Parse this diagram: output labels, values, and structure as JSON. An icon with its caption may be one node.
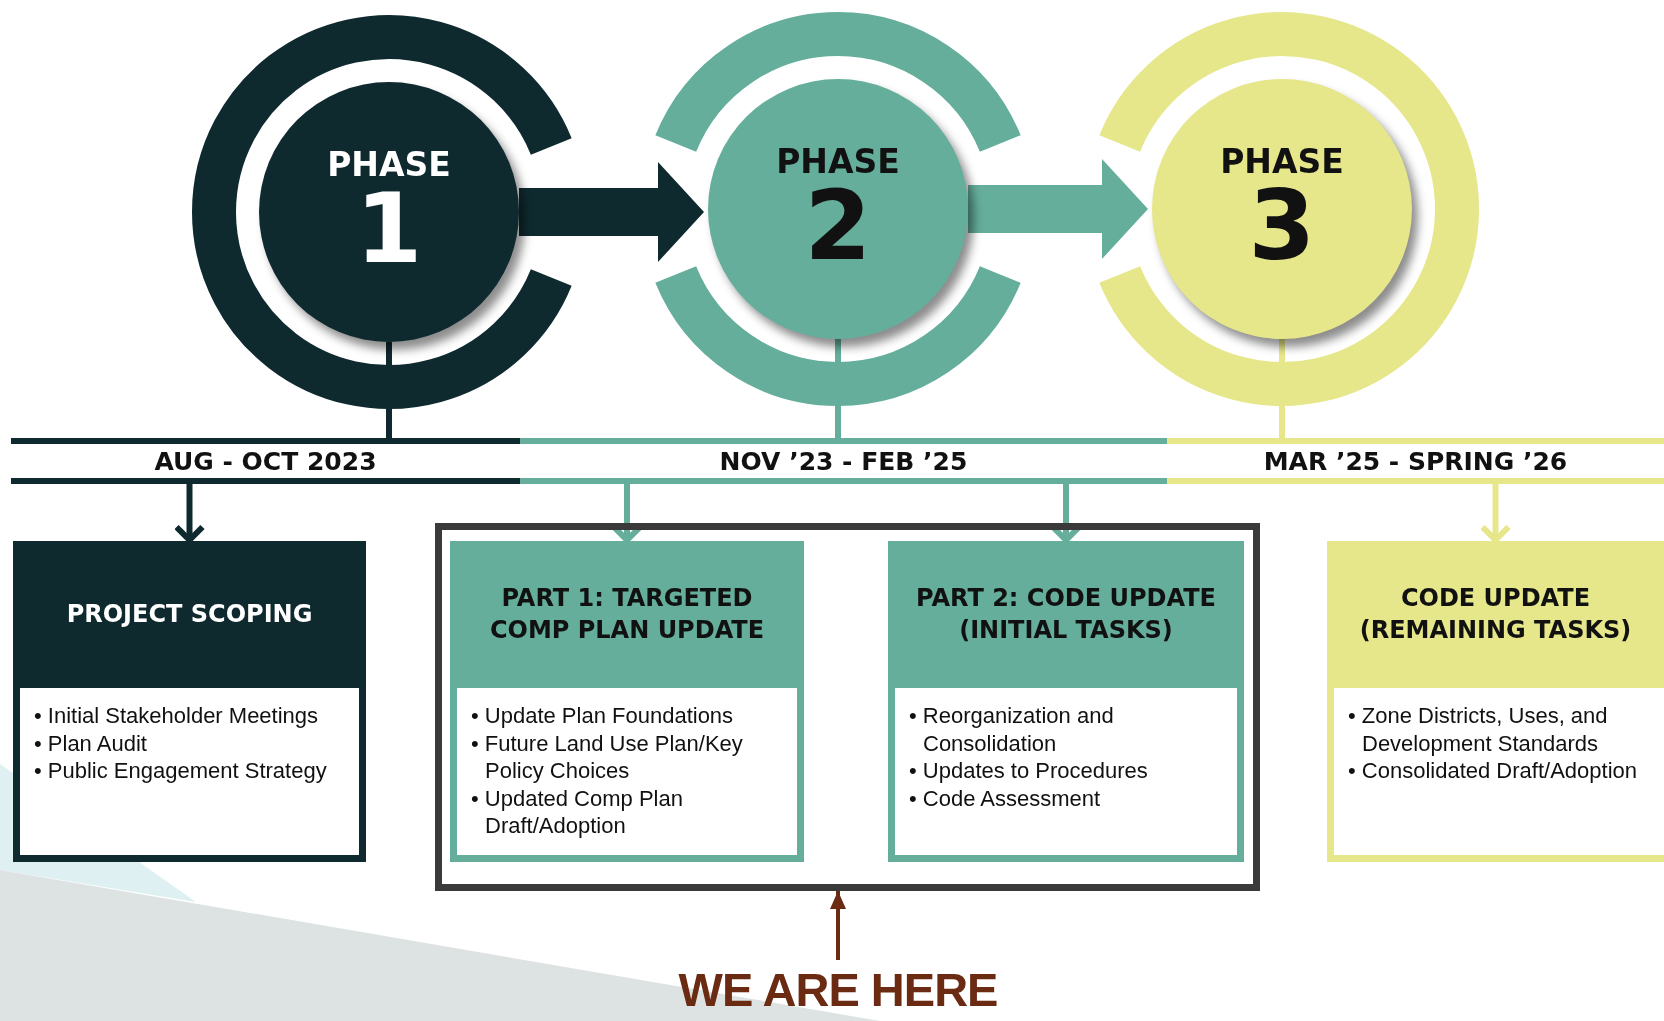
{
  "diagram": {
    "nodes": [
      {
        "text": [
          "PHASE",
          "1"
        ]
      },
      {
        "text": [
          "PHASE",
          "2"
        ]
      },
      {
        "text": [
          "PHASE",
          "3"
        ]
      },
      {
        "text": [
          "AUG - OCT 2023"
        ]
      },
      {
        "text": [
          "NOV ’23 - FEB ’25"
        ]
      },
      {
        "text": [
          "MAR ’25 - SPRING ’26"
        ]
      },
      {
        "text": [
          "PROJECT SCOPING",
          "• Initial Stakeholder Meetings",
          "• Plan Audit",
          "• Public Engagement Strategy"
        ]
      },
      {
        "text": [],
        "shape": "box"
      },
      {
        "text": [
          "PART 1: TARGETED COMP PLAN UPDATE",
          "• Update Plan Foundations",
          "• Future Land Use Plan/Key Policy Choices",
          "• Updated Comp Plan Draft/Adoption"
        ],
        "in": 7
      },
      {
        "text": [
          "PART 2: CODE UPDATE (INITIAL TASKS)",
          "• Reorganization and Consolidation",
          "• Updates to Procedures",
          "• Code Assessment"
        ],
        "in": 7
      },
      {
        "text": [
          "CODE UPDATE (REMAINING TASKS)",
          "• Zone Districts, Uses, and Development Standards",
          "• Consolidated Draft/Adoption"
        ]
      },
      {
        "text": [
          "WE ARE HERE"
        ]
      }
    ],
    "edges": [
      {
        "from": 0,
        "to": 1,
        "arrow": "to",
        "style": "thick",
        "color": "#0f2a2f"
      },
      {
        "from": 1,
        "to": 2,
        "arrow": "to",
        "style": "thick",
        "color": "#65ae9c"
      },
      {
        "from": 0,
        "to": 3,
        "arrow": "none",
        "color": "#0f2a2f"
      },
      {
        "from": 1,
        "to": 4,
        "arrow": "none",
        "color": "#65ae9c"
      },
      {
        "from": 2,
        "to": 5,
        "arrow": "none",
        "color": "#e6e68a"
      },
      {
        "from": 3,
        "to": 6,
        "arrow": "to",
        "color": "#0f2a2f"
      },
      {
        "from": 4,
        "to": 8,
        "arrow": "to",
        "color": "#65ae9c"
      },
      {
        "from": 4,
        "to": 9,
        "arrow": "to",
        "color": "#65ae9c"
      },
      {
        "from": 5,
        "to": 10,
        "arrow": "to",
        "color": "#e6e68a"
      },
      {
        "from": 11,
        "to": 7,
        "arrow": "to",
        "color": "#6b2a12"
      }
    ]
  }
}
